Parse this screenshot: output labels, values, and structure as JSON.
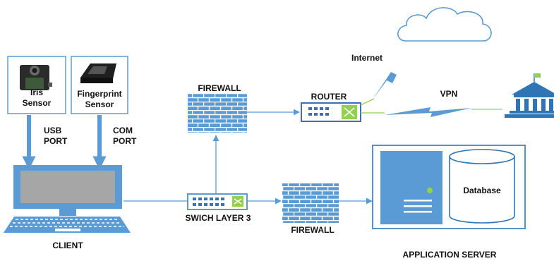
{
  "sensors": {
    "iris": {
      "line1": "Iris",
      "line2": "Sensor"
    },
    "fingerprint": {
      "line1": "Fingerprint",
      "line2": "Sensor"
    }
  },
  "ports": {
    "usb": {
      "line1": "USB",
      "line2": "PORT"
    },
    "com": {
      "line1": "COM",
      "line2": "PORT"
    }
  },
  "labels": {
    "firewall_top": "FIREWALL",
    "router": "ROUTER",
    "internet": "Internet",
    "vpn": "VPN",
    "client": "CLIENT",
    "switch": "SWICH LAYER 3",
    "firewall_bottom": "FIREWALL",
    "database": "Database",
    "app_server": "APPLICATION SERVER"
  },
  "colors": {
    "device_blue": "#5b9bd5",
    "dark_blue": "#2e75b6",
    "line_blue": "#5b9bd5",
    "vpn_green": "#92d050",
    "router_body": "#3f6fb5",
    "screen_gray": "#a6a6a6"
  },
  "icons": [
    "camera-icon",
    "fingerprint-scanner-icon",
    "laptop-icon",
    "firewall-icon",
    "router-icon",
    "switch-icon",
    "cloud-icon",
    "lightning-icon",
    "bank-icon",
    "server-icon",
    "database-icon"
  ]
}
